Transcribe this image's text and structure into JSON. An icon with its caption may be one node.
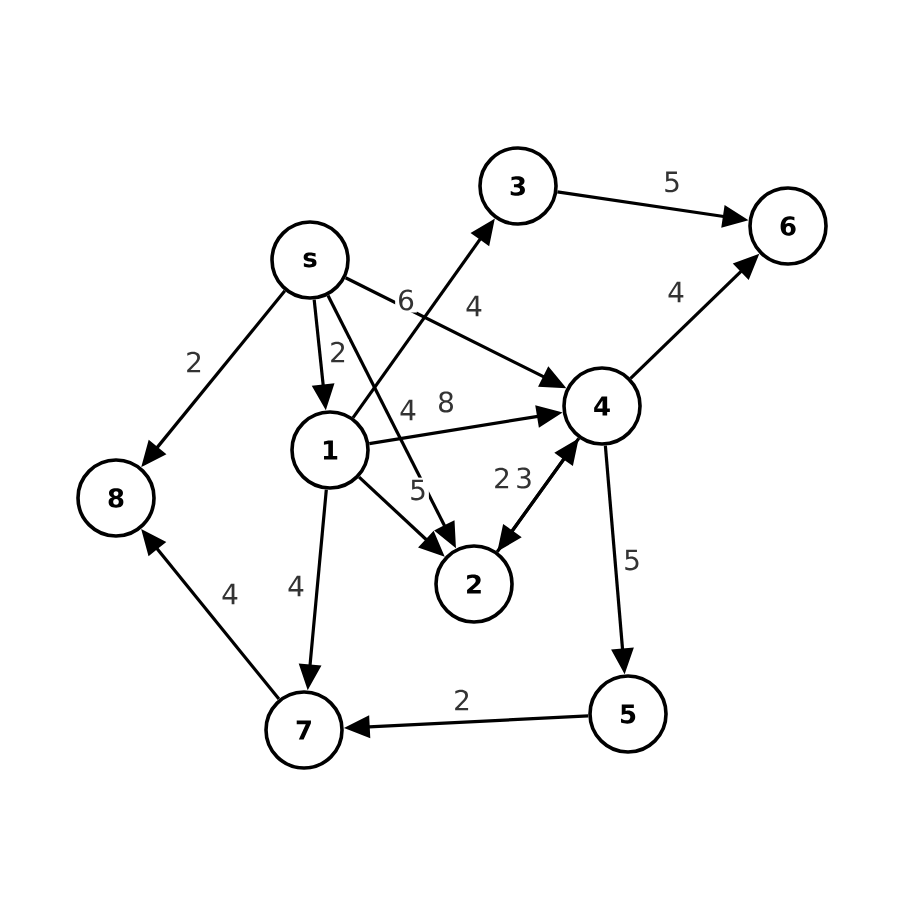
{
  "diagram": {
    "nodes": [
      {
        "text": [
          "s"
        ]
      },
      {
        "text": [
          "1"
        ]
      },
      {
        "text": [
          "2"
        ]
      },
      {
        "text": [
          "3"
        ]
      },
      {
        "text": [
          "4"
        ]
      },
      {
        "text": [
          "5"
        ]
      },
      {
        "text": [
          "6"
        ]
      },
      {
        "text": [
          "7"
        ]
      },
      {
        "text": [
          "8"
        ]
      }
    ],
    "edges": [
      {
        "from": 0,
        "to": 8,
        "arrow": "to",
        "label": "2"
      },
      {
        "from": 0,
        "to": 1,
        "arrow": "to",
        "label": "2"
      },
      {
        "from": 0,
        "to": 2,
        "arrow": "to",
        "label": "4"
      },
      {
        "from": 0,
        "to": 4,
        "arrow": "to",
        "label": "4"
      },
      {
        "from": 1,
        "to": 3,
        "arrow": "to",
        "label": "6"
      },
      {
        "from": 1,
        "to": 4,
        "arrow": "to",
        "label": "8"
      },
      {
        "from": 1,
        "to": 2,
        "arrow": "to",
        "label": "5"
      },
      {
        "from": 1,
        "to": 7,
        "arrow": "to",
        "label": "4"
      },
      {
        "from": 2,
        "to": 4,
        "arrow": "to",
        "label": "3"
      },
      {
        "from": 4,
        "to": 2,
        "arrow": "to",
        "label": "2"
      },
      {
        "from": 3,
        "to": 6,
        "arrow": "to",
        "label": "5"
      },
      {
        "from": 4,
        "to": 6,
        "arrow": "to",
        "label": "4"
      },
      {
        "from": 4,
        "to": 5,
        "arrow": "to",
        "label": "5"
      },
      {
        "from": 5,
        "to": 7,
        "arrow": "to",
        "label": "2"
      },
      {
        "from": 7,
        "to": 8,
        "arrow": "to",
        "label": "4"
      }
    ]
  }
}
